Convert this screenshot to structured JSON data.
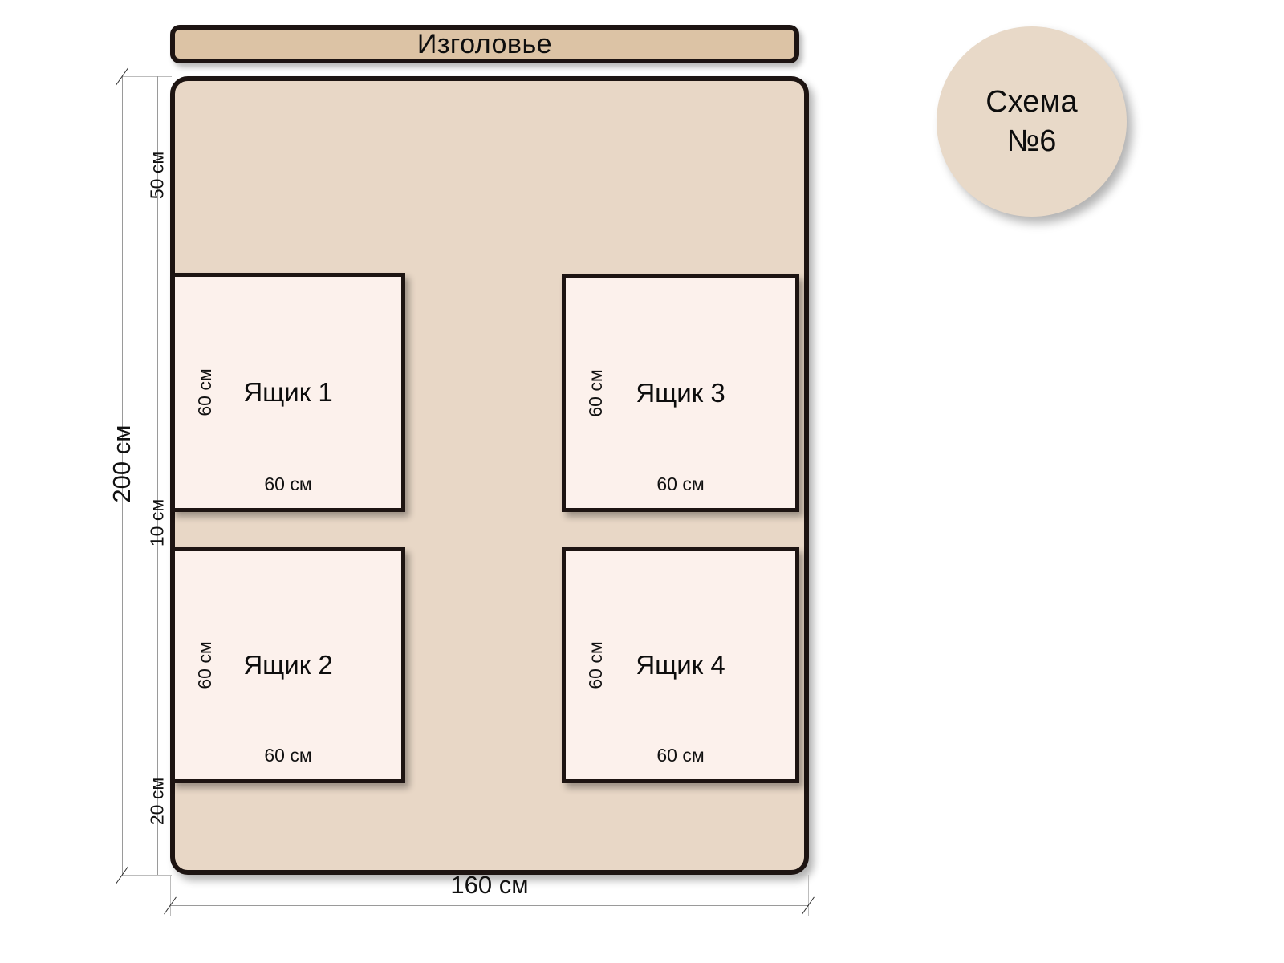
{
  "diagram": {
    "headboard": {
      "label": "Изголовье"
    },
    "badge": {
      "line1": "Схема",
      "line2": "№6"
    },
    "overall": {
      "height_label": "200 см",
      "width_label": "160 см"
    },
    "vertical_segments": [
      {
        "name": "top-gap",
        "label": "50 см"
      },
      {
        "name": "drawer-row-1",
        "label": "60 см"
      },
      {
        "name": "middle-gap",
        "label": "10 см"
      },
      {
        "name": "drawer-row-2",
        "label": "60 см"
      },
      {
        "name": "bottom-gap",
        "label": "20 см"
      }
    ],
    "drawers": [
      {
        "id": "1",
        "title": "Ящик 1",
        "width_label": "60 см",
        "height_label": "60 см"
      },
      {
        "id": "2",
        "title": "Ящик 2",
        "width_label": "60 см",
        "height_label": "60 см"
      },
      {
        "id": "3",
        "title": "Ящик 3",
        "width_label": "60 см",
        "height_label": "60 см"
      },
      {
        "id": "4",
        "title": "Ящик 4",
        "width_label": "60 см",
        "height_label": "60 см"
      }
    ],
    "colors": {
      "background": "#FFFFFF",
      "bed_frame_fill": "#E8D7C6",
      "headboard_fill": "#DCC3A5",
      "drawer_fill": "#FCF1EC",
      "outline": "#1D1412",
      "badge_fill": "#E8D9C8",
      "dimension_line": "#9A9A9A"
    }
  }
}
